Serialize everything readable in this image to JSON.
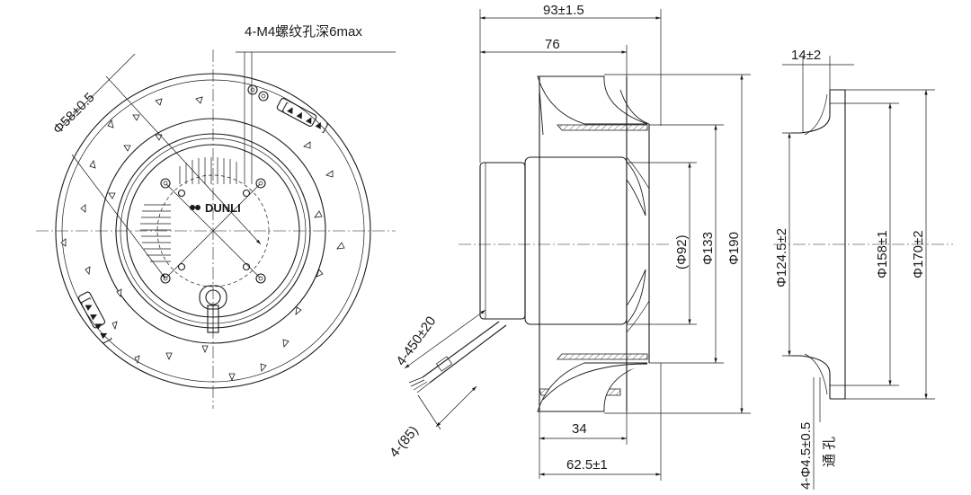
{
  "diagram": {
    "front_view": {
      "thread_note": "4-M4螺纹孔深6max",
      "bolt_circle_dim": "Φ58±0.5",
      "logo_text": "DUNLI",
      "label_tag": "[▲▲▲▲]"
    },
    "side_view": {
      "overall_length_dim": "93±1.5",
      "wheel_length_dim": "76",
      "inlet_width_dim": "34",
      "shaft_length_dim": "62.5±1",
      "motor_dia_dim": "(Φ92)",
      "hub_dia_dim": "Φ133",
      "wheel_dia_dim": "Φ190",
      "cable_length_dim": "4-450±20",
      "cable_strip_dim": "4-(85)"
    },
    "ring_view": {
      "ring_width_dim": "14±2",
      "inner_dia_dim": "Φ124.5±2",
      "bolt_dia_dim": "Φ158±1",
      "outer_dia_dim": "Φ170±2",
      "hole_note": "4-Φ4.5±0.5",
      "hole_note_suffix": "通 孔"
    }
  }
}
